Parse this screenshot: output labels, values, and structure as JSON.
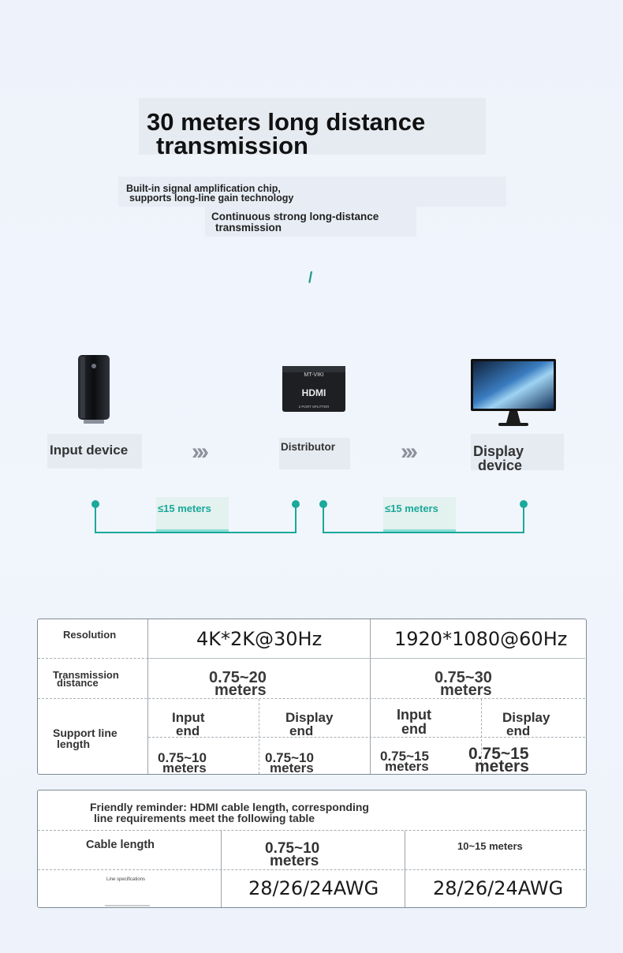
{
  "header": {
    "title_line1": "30 meters long distance",
    "title_line2": "transmission",
    "sub1_line1": "Built-in signal amplification chip,",
    "sub1_line2": "supports long-line gain technology",
    "sub2_line1": "Continuous strong long-distance",
    "sub2_line2": "transmission",
    "slash": "/"
  },
  "diagram": {
    "input_label": "Input device",
    "distributor_label": "Distributor",
    "display_line1": "Display",
    "display_line2": "device",
    "arrow_glyph": "›››",
    "splitter_brand": "MT-VIKI",
    "splitter_logo": "HDMI",
    "splitter_model": "2 PORT SPLITTER",
    "left_distance": "≤15 meters",
    "right_distance": "≤15 meters",
    "accent_color": "#1aa99a"
  },
  "spec_table": {
    "resolution_label": "Resolution",
    "res_4k": "4K*2K@30Hz",
    "res_1080": "1920*1080@60Hz",
    "trans_label_1": "Transmission",
    "trans_label_2": "distance",
    "trans_4k_1": "0.75~20",
    "trans_4k_2": "meters",
    "trans_1080_1": "0.75~30",
    "trans_1080_2": "meters",
    "support_1": "Support line",
    "support_2": "length",
    "input_end_1": "Input",
    "input_end_2": "end",
    "display_end_1": "Display",
    "display_end_2": "end",
    "v1_1": "0.75~10",
    "v1_2": "meters",
    "v2_1": "0.75~10",
    "v2_2": "meters",
    "v3_1": "0.75~15",
    "v3_2": "meters",
    "v4_1": "0.75~15",
    "v4_2": "meters"
  },
  "cable_table": {
    "reminder_1": "Friendly reminder: HDMI cable length, corresponding",
    "reminder_2": "line requirements meet the following table",
    "cable_length_label": "Cable length",
    "len_1": "0.75~10",
    "len_2": "meters",
    "len_long": "10~15 meters",
    "line_spec_label": "Line specifications",
    "awg_1": "28/26/24AWG",
    "awg_2": "28/26/24AWG"
  }
}
